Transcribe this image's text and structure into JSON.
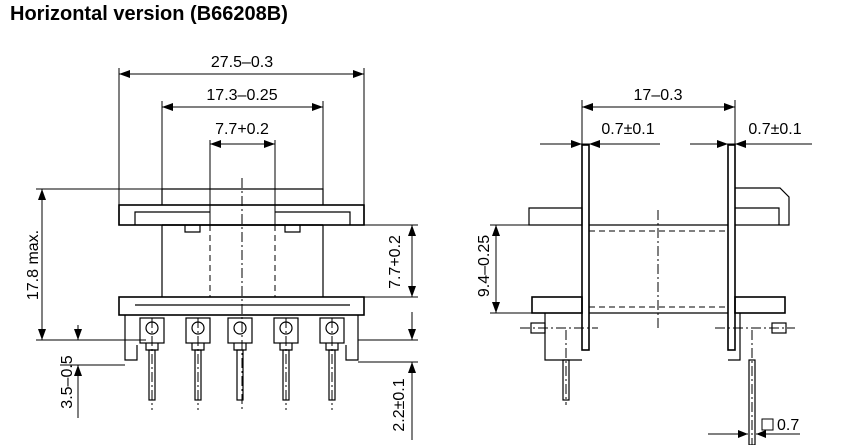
{
  "title": "Horizontal version (B66208B)",
  "front_view": {
    "dim_width_overall": "27.5–0.3",
    "dim_flange_inner": "17.3–0.25",
    "dim_core_window": "7.7+0.2",
    "dim_height_max": "17.8 max.",
    "dim_window_height": "7.7+0.2",
    "dim_base_height": "3.5–0.5",
    "dim_pin_length": "2.2±0.1"
  },
  "side_view": {
    "dim_length": "17–0.3",
    "dim_flange_left": "0.7±0.1",
    "dim_flange_right": "0.7±0.1",
    "dim_height": "9.4–0.25",
    "dim_pin_square": "0.7"
  }
}
